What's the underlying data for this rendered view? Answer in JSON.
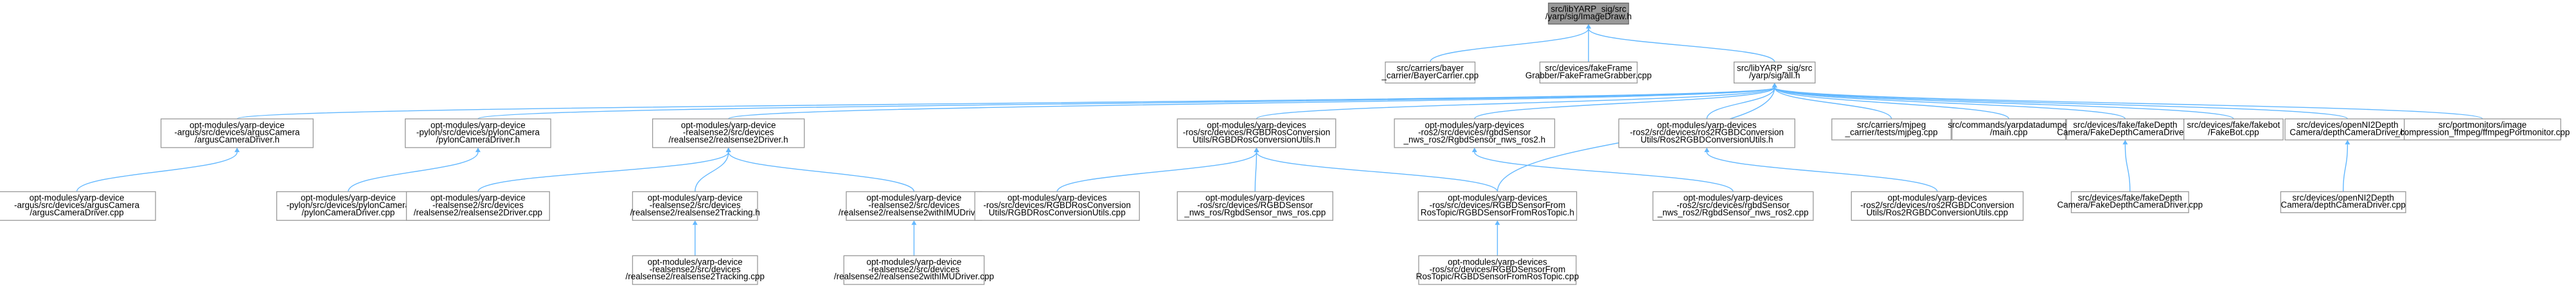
{
  "graph": {
    "root": [
      "src/libYARP_sig/src",
      "/yarp/sig/ImageDraw.h"
    ],
    "includers": [
      [
        "src/carriers/bayer",
        "_carrier/BayerCarrier.cpp"
      ],
      [
        "src/devices/fakeFrame",
        "Grabber/FakeFrameGrabber.cpp"
      ],
      [
        "src/libYARP_sig/src",
        "/yarp/sig/all.h"
      ],
      [
        "opt-modules/yarp-device",
        "-argus/src/devices/argusCamera",
        "/argusCameraDriver.h"
      ],
      [
        "opt-modules/yarp-device",
        "-pylon/src/devices/pylonCamera",
        "/pylonCameraDriver.h"
      ],
      [
        "opt-modules/yarp-device",
        "-realsense2/src/devices",
        "/realsense2/realsense2Driver.h"
      ],
      [
        "opt-modules/yarp-devices",
        "-ros/src/devices/RGBDRosConversion",
        "Utils/RGBDRosConversionUtils.h"
      ],
      [
        "opt-modules/yarp-devices",
        "-ros2/src/devices/rgbdSensor",
        "_nws_ros2/RgbdSensor_nws_ros2.h"
      ],
      [
        "opt-modules/yarp-devices",
        "-ros2/src/devices/ros2RGBDConversion",
        "Utils/Ros2RGBDConversionUtils.h"
      ],
      [
        "src/carriers/mjpeg",
        "_carrier/tests/mjpeg.cpp"
      ],
      [
        "src/commands/yarpdatadumper",
        "/main.cpp"
      ],
      [
        "src/devices/fake/fakeDepth",
        "Camera/FakeDepthCameraDriver.h"
      ],
      [
        "src/devices/fake/fakebot",
        "/FakeBot.cpp"
      ],
      [
        "src/devices/openNI2Depth",
        "Camera/depthCameraDriver.h"
      ],
      [
        "src/portmonitors/image",
        "_compression_ffmpeg/ffmpegPortmonitor.cpp"
      ],
      [
        "opt-modules/yarp-device",
        "-argus/src/devices/argusCamera",
        "/argusCameraDriver.cpp"
      ],
      [
        "opt-modules/yarp-device",
        "-pylon/src/devices/pylonCamera",
        "/pylonCameraDriver.cpp"
      ],
      [
        "opt-modules/yarp-device",
        "-realsense2/src/devices",
        "/realsense2/realsense2Driver.cpp"
      ],
      [
        "opt-modules/yarp-device",
        "-realsense2/src/devices",
        "/realsense2/realsense2Tracking.h"
      ],
      [
        "opt-modules/yarp-device",
        "-realsense2/src/devices",
        "/realsense2/realsense2withIMUDriver.h"
      ],
      [
        "opt-modules/yarp-devices",
        "-ros/src/devices/RGBDRosConversion",
        "Utils/RGBDRosConversionUtils.cpp"
      ],
      [
        "opt-modules/yarp-devices",
        "-ros/src/devices/RGBDSensor",
        "_nws_ros/RgbdSensor_nws_ros.cpp"
      ],
      [
        "opt-modules/yarp-devices",
        "-ros/src/devices/RGBDSensorFrom",
        "RosTopic/RGBDSensorFromRosTopic.h"
      ],
      [
        "opt-modules/yarp-devices",
        "-ros2/src/devices/rgbdSensor",
        "_nws_ros2/RgbdSensor_nws_ros2.cpp"
      ],
      [
        "opt-modules/yarp-devices",
        "-ros2/src/devices/ros2RGBDConversion",
        "Utils/Ros2RGBDConversionUtils.cpp"
      ],
      [
        "src/devices/fake/fakeDepth",
        "Camera/FakeDepthCameraDriver.cpp"
      ],
      [
        "src/devices/openNI2Depth",
        "Camera/depthCameraDriver.cpp"
      ],
      [
        "opt-modules/yarp-device",
        "-realsense2/src/devices",
        "/realsense2/realsense2Tracking.cpp"
      ],
      [
        "opt-modules/yarp-device",
        "-realsense2/src/devices",
        "/realsense2/realsense2withIMUDriver.cpp"
      ],
      [
        "opt-modules/yarp-devices",
        "-ros/src/devices/RGBDSensorFrom",
        "RosTopic/RGBDSensorFromRosTopic.cpp"
      ]
    ],
    "edges": [
      [
        1,
        0
      ],
      [
        2,
        0
      ],
      [
        3,
        0
      ],
      [
        4,
        3
      ],
      [
        5,
        3
      ],
      [
        6,
        3
      ],
      [
        7,
        3
      ],
      [
        8,
        3
      ],
      [
        9,
        3
      ],
      [
        10,
        3
      ],
      [
        11,
        3
      ],
      [
        12,
        3
      ],
      [
        13,
        3
      ],
      [
        14,
        3
      ],
      [
        15,
        3
      ],
      [
        23,
        3
      ],
      [
        16,
        4
      ],
      [
        17,
        5
      ],
      [
        18,
        6
      ],
      [
        19,
        6
      ],
      [
        20,
        6
      ],
      [
        21,
        7
      ],
      [
        22,
        7
      ],
      [
        23,
        7
      ],
      [
        24,
        8
      ],
      [
        25,
        9
      ],
      [
        26,
        12
      ],
      [
        27,
        14
      ],
      [
        28,
        19
      ],
      [
        29,
        20
      ],
      [
        30,
        23
      ]
    ]
  }
}
